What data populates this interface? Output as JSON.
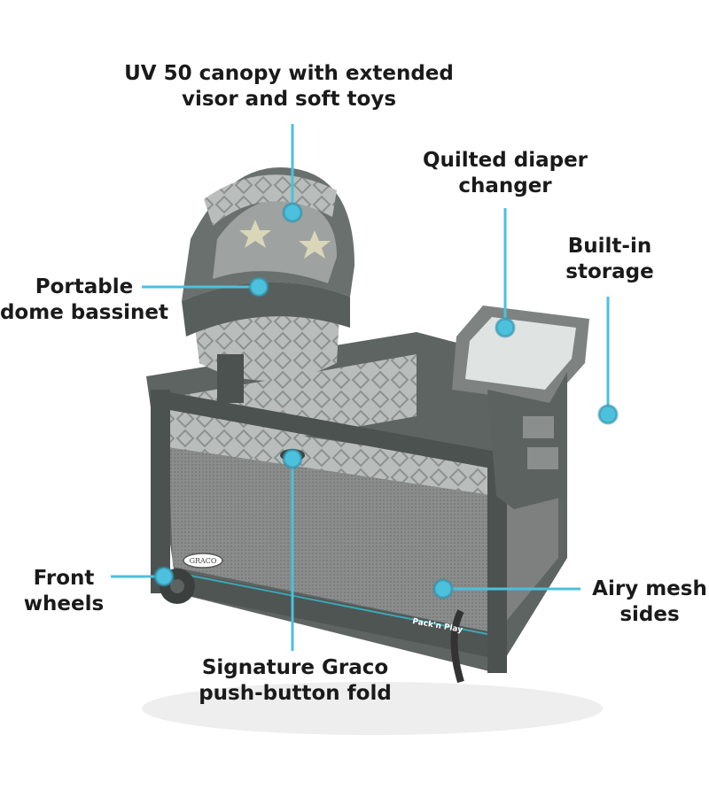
{
  "accent_color": "#4cc0dd",
  "callouts": {
    "canopy": {
      "line1": "UV 50 canopy with extended",
      "line2": "visor and soft toys"
    },
    "diaper_changer": {
      "line1": "Quilted diaper",
      "line2": "changer"
    },
    "storage": {
      "line1": "Built-in",
      "line2": "storage"
    },
    "bassinet": {
      "line1": "Portable",
      "line2": "dome bassinet"
    },
    "wheels": {
      "line1": "Front",
      "line2": "wheels"
    },
    "fold": {
      "line1": "Signature Graco",
      "line2": "push-button fold"
    },
    "mesh": {
      "line1": "Airy mesh",
      "line2": "sides"
    }
  },
  "product": {
    "brand_badge": "GRACO",
    "model_badge": "Pack 'n Play"
  }
}
